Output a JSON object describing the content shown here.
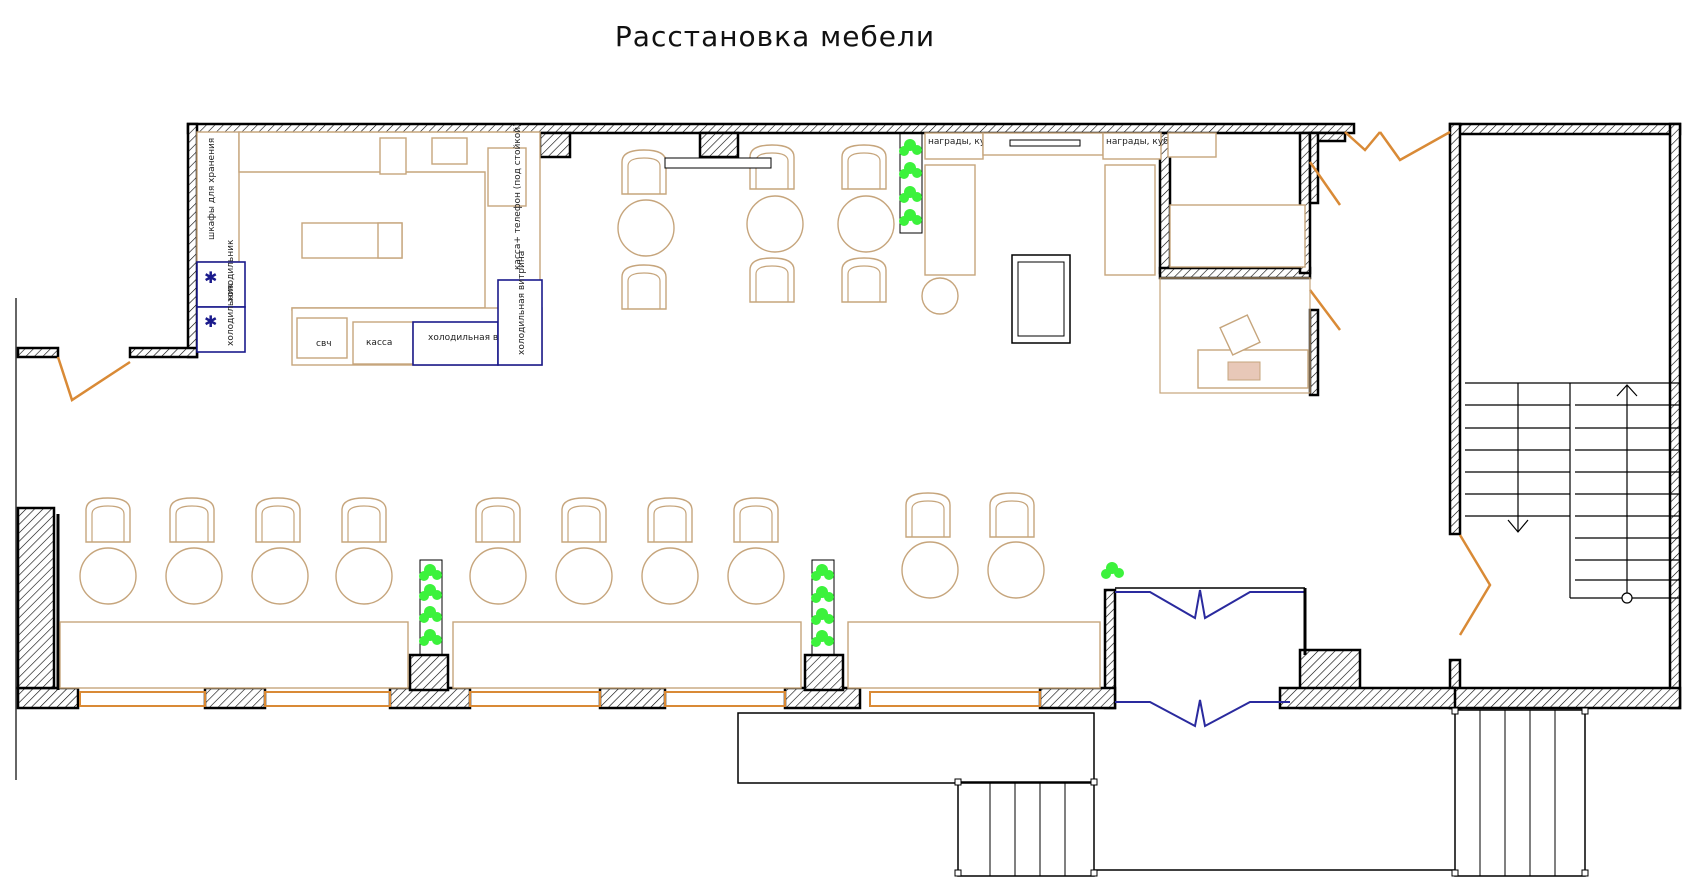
{
  "title": "Расстановка мебели",
  "labels": {
    "wardrobe": "шкафы для хранения",
    "fridge1": "холодильник",
    "fridge2": "холодильник",
    "register": "касса",
    "cooled_display": "холодильная витрина",
    "cooled_display_vertical": "холодильная витрина",
    "cashier_phone": "касса+ телефон (под стойкой)",
    "awards_left": "награды, кубки",
    "awards_right": "награды, кубки",
    "oven": "свч"
  },
  "colors": {
    "furniture": "#c6a57c",
    "walls": "#000000",
    "fridges": "#1a1a8c",
    "doors": "#d98a36",
    "plants": "#3cf23c",
    "glass_doors": "#2a2a9e"
  }
}
